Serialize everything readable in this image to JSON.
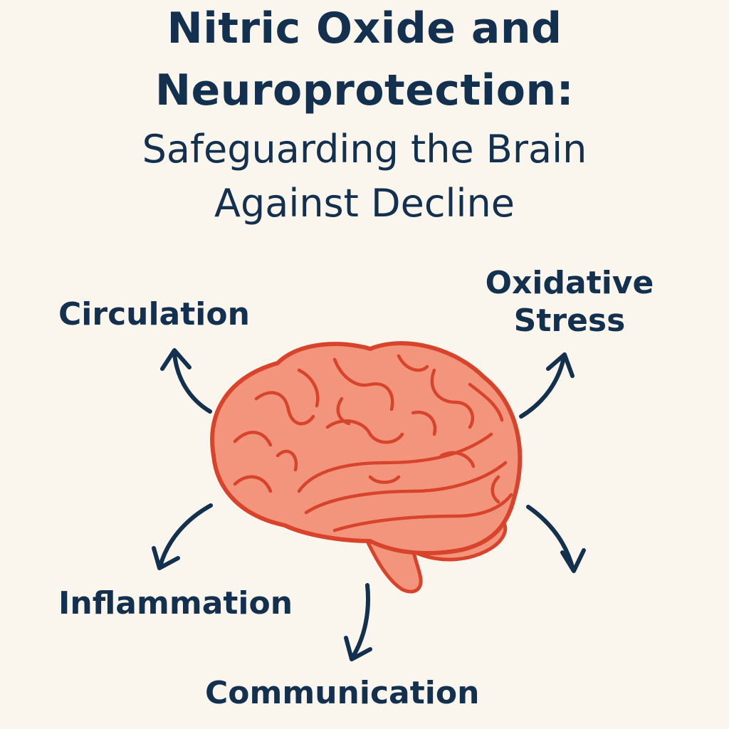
{
  "title": {
    "line1": "Nitric Oxide and",
    "line2": "Neuroprotection:",
    "line3": "Safeguarding the Brain",
    "line4": "Against Decline"
  },
  "labels": {
    "circulation": "Circulation",
    "oxidative_line1": "Oxidative",
    "oxidative_line2": "Stress",
    "inflammation": "Inflammation",
    "communication": "Communication"
  },
  "colors": {
    "background": "#faf6ee",
    "text": "#13304f",
    "brain_fill": "#f2957c",
    "brain_outline": "#d8432b",
    "arrow": "#13304f"
  },
  "icons": {
    "central": "brain-icon",
    "arrows": "arrow-icon"
  }
}
